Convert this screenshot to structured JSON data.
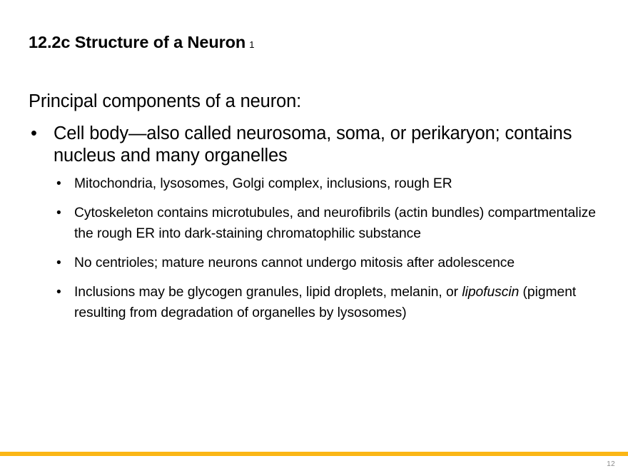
{
  "slide": {
    "title": "12.2c Structure of a Neuron",
    "title_suffix": "1",
    "lead_line": "Principal components of a neuron:",
    "bullet_glyph": "•",
    "bullets": [
      {
        "level": 1,
        "text": "Cell body—also called neurosoma, soma, or perikaryon; contains nucleus and many organelles",
        "children": [
          {
            "level": 2,
            "text": "Mitochondria, lysosomes, Golgi complex, inclusions, rough ER"
          },
          {
            "level": 2,
            "text": "Cytoskeleton contains microtubules, and neurofibrils (actin bundles) compartmentalize the rough ER into dark-staining chromatophilic substance"
          },
          {
            "level": 2,
            "text": "No centrioles; mature neurons cannot undergo mitosis after adolescence"
          },
          {
            "level": 2,
            "text_before_italic": "Inclusions may be glycogen granules, lipid droplets, melanin, or ",
            "italic_term": "lipofuscin",
            "text_after_italic": " (pigment resulting from degradation of organelles by lysosomes)"
          }
        ]
      }
    ]
  },
  "footer": {
    "page_number": "12",
    "rule_color": "#fbb615",
    "page_number_color": "#8b8b8b"
  }
}
